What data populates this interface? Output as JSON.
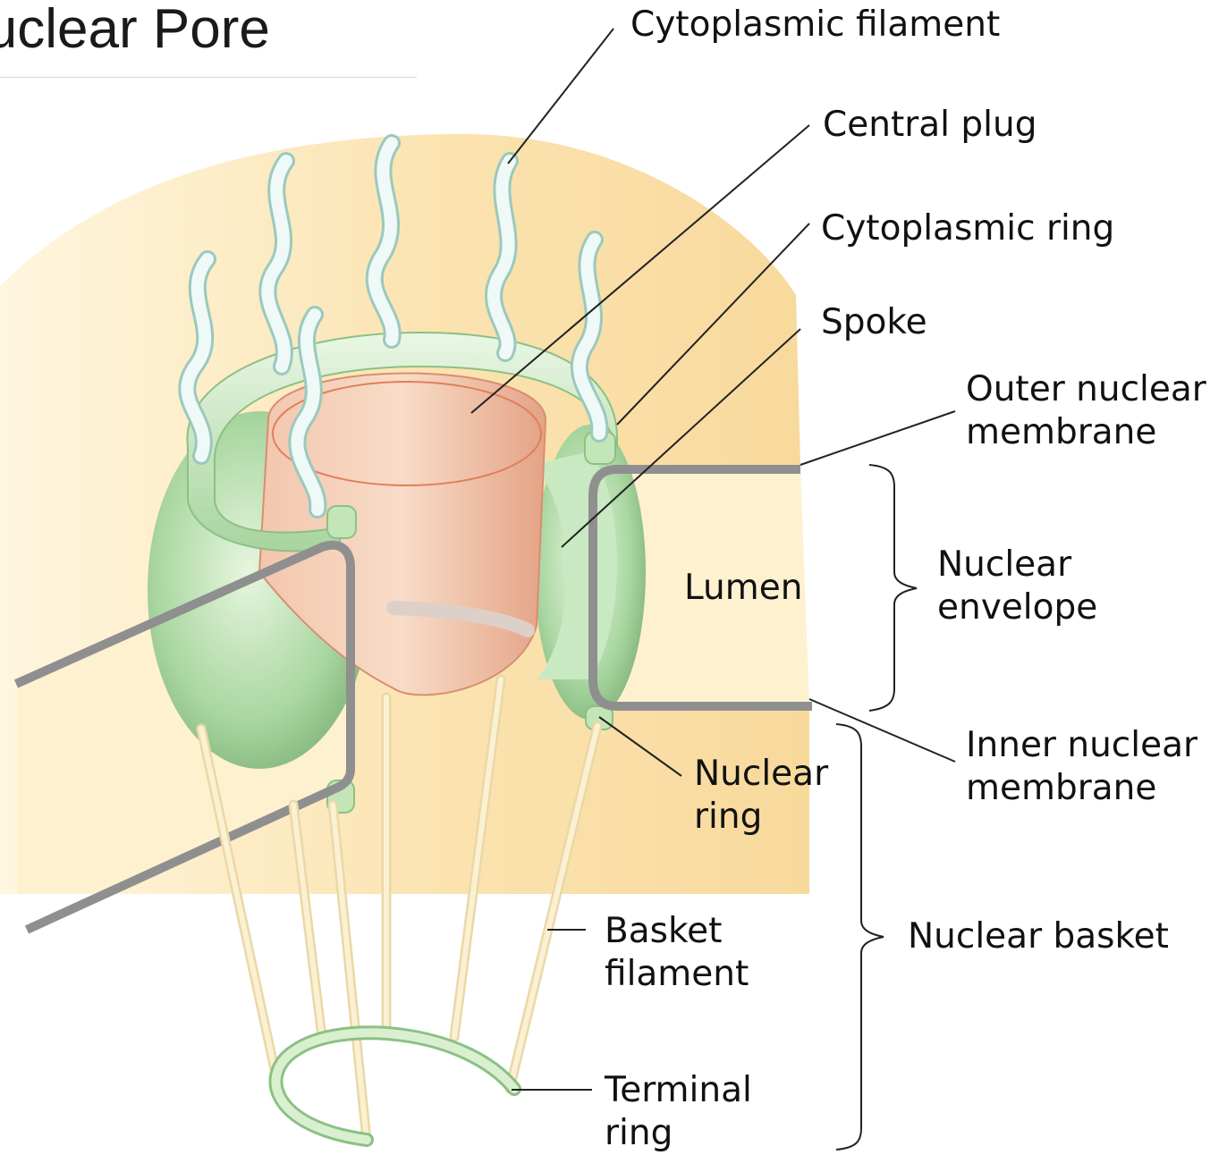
{
  "title": "Nuclear Pore",
  "labels": {
    "cytoplasmic_filament": "Cytoplasmic filament",
    "central_plug": "Central plug",
    "cytoplasmic_ring": "Cytoplasmic ring",
    "spoke": "Spoke",
    "outer_nuclear_membrane": [
      "Outer nuclear",
      "membrane"
    ],
    "lumen": "Lumen",
    "nuclear_envelope": [
      "Nuclear",
      "envelope"
    ],
    "inner_nuclear_membrane": [
      "Inner nuclear",
      "membrane"
    ],
    "nuclear_ring": [
      "Nuclear",
      "ring"
    ],
    "basket_filament": [
      "Basket",
      "filament"
    ],
    "nuclear_basket": "Nuclear basket",
    "terminal_ring": [
      "Terminal",
      "ring"
    ]
  },
  "colors": {
    "cytoplasm": "#fbe6b8",
    "lumen": "#fdf3d6",
    "membrane": "#8d8d8d",
    "pore_green": "#bfe3b6",
    "pore_green_dark": "#7fb37a",
    "plug": "#e9ad90",
    "filament": "#e6f4f4",
    "basket": "#f7e4b4",
    "leader": "#222222"
  }
}
